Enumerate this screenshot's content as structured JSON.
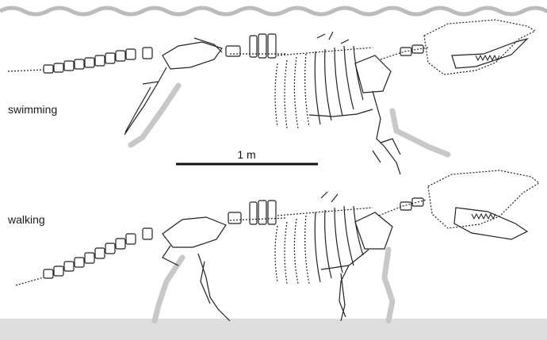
{
  "labels": {
    "swimming": "swimming",
    "walking": "walking",
    "scale": "1 m"
  },
  "colors": {
    "background": "#ffffff",
    "water_line": "#bcbcbc",
    "ground": "#dedede",
    "bone_outline": "#222222",
    "ghost_limb": "#c8c8c8"
  },
  "panels": [
    {
      "pose": "swimming",
      "environment": "water-surface-wavy-line"
    },
    {
      "pose": "walking",
      "environment": "ground-band"
    }
  ]
}
